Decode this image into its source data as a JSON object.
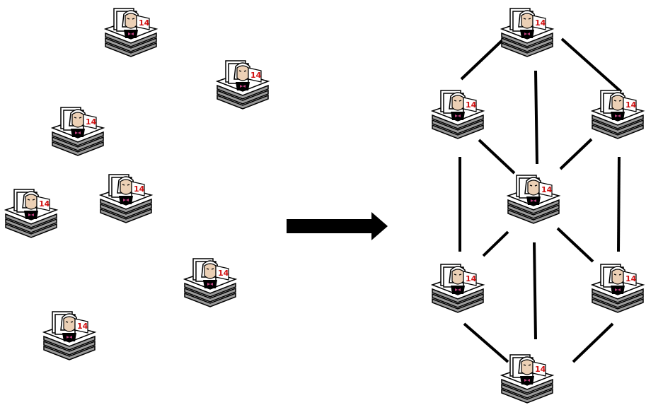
{
  "diagram": {
    "node_icon": "stacked-document-workstation-icon",
    "calendar_day": "14",
    "colors": {
      "line": "#000000",
      "arrow": "#000000",
      "paper": "#ffffff",
      "tray_shadow": "#9a9a9a",
      "outline": "#000000",
      "face": "#ecd0b5",
      "accent_red": "#d01010",
      "bowtie": "#c04080"
    },
    "scattered_nodes": [
      {
        "id": "s1"
      },
      {
        "id": "s2"
      },
      {
        "id": "s3"
      },
      {
        "id": "s4"
      },
      {
        "id": "s5"
      },
      {
        "id": "s6"
      },
      {
        "id": "s7"
      }
    ],
    "arrow": {
      "icon": "right-arrow-icon",
      "direction": "right"
    },
    "network_nodes": [
      {
        "id": "top"
      },
      {
        "id": "upper-left"
      },
      {
        "id": "upper-right"
      },
      {
        "id": "center"
      },
      {
        "id": "lower-left"
      },
      {
        "id": "lower-right"
      },
      {
        "id": "bottom"
      }
    ],
    "network_edges": [
      [
        "top",
        "upper-left"
      ],
      [
        "top",
        "upper-right"
      ],
      [
        "top",
        "center"
      ],
      [
        "upper-left",
        "center"
      ],
      [
        "upper-right",
        "center"
      ],
      [
        "upper-left",
        "lower-left"
      ],
      [
        "upper-right",
        "lower-right"
      ],
      [
        "center",
        "lower-left"
      ],
      [
        "center",
        "lower-right"
      ],
      [
        "center",
        "bottom"
      ],
      [
        "lower-left",
        "bottom"
      ],
      [
        "lower-right",
        "bottom"
      ]
    ]
  }
}
